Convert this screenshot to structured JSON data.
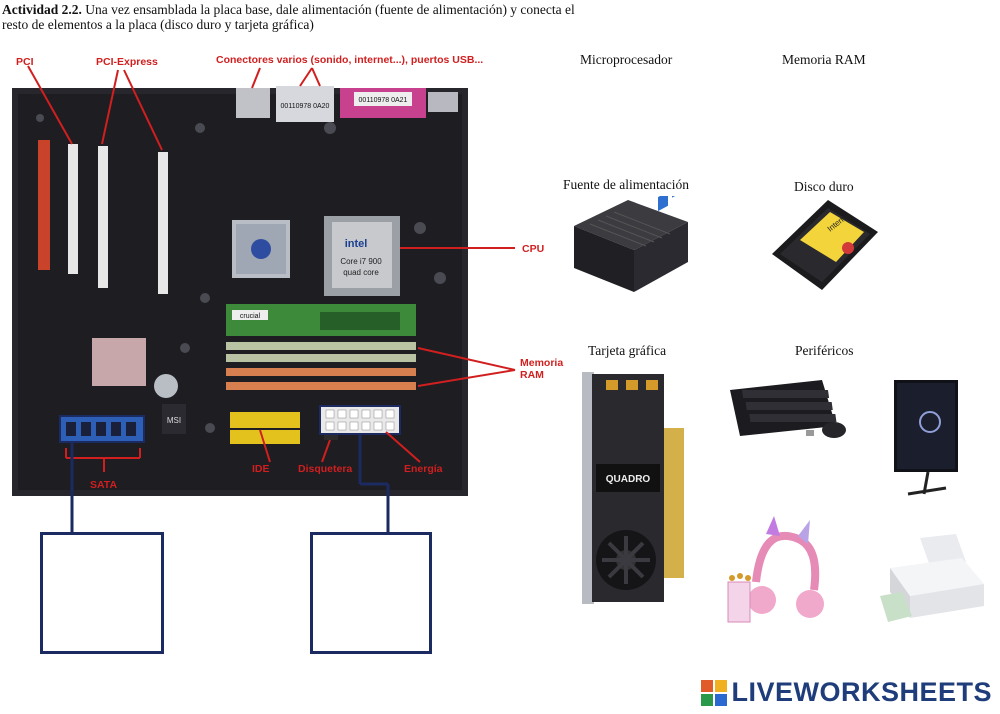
{
  "intro": {
    "bold": "Actividad 2.2.",
    "line1": " Una vez ensamblada la placa base, dale alimentación (fuente de alimentación) y conecta el",
    "line2": "resto de elementos a la placa (disco duro y tarjeta gráfica)"
  },
  "mb_labels": {
    "pci": "PCI",
    "pci_express": "PCI-Express",
    "connectors": "Conectores varios (sonido, internet...), puertos USB...",
    "cpu": "CPU",
    "ram_1": "Memoria",
    "ram_2": "RAM",
    "ide": "IDE",
    "disquetera": "Disquetera",
    "energia": "Energía",
    "sata": "SATA"
  },
  "chip_text": {
    "usb_a": "00110978 0A20",
    "usb_b": "00110978 0A21",
    "intel": "intel",
    "core": "Core i7 900",
    "quad": "quad core",
    "crucial": "crucial",
    "msi": "MSI"
  },
  "components": {
    "micro": "Microprocesador",
    "ram": "Memoria RAM",
    "psu": "Fuente de alimentación",
    "hdd": "Disco duro",
    "gpu": "Tarjeta gráfica",
    "peripherals": "Periféricos",
    "gpu_brand": "QUADRO",
    "ssd_brand": "Intenso"
  },
  "brand": {
    "text": "LIVEWORKSHEETS",
    "accent": "#1f3d7a"
  },
  "colors": {
    "label_red": "#d11f1f",
    "box_navy": "#1c2a62"
  }
}
